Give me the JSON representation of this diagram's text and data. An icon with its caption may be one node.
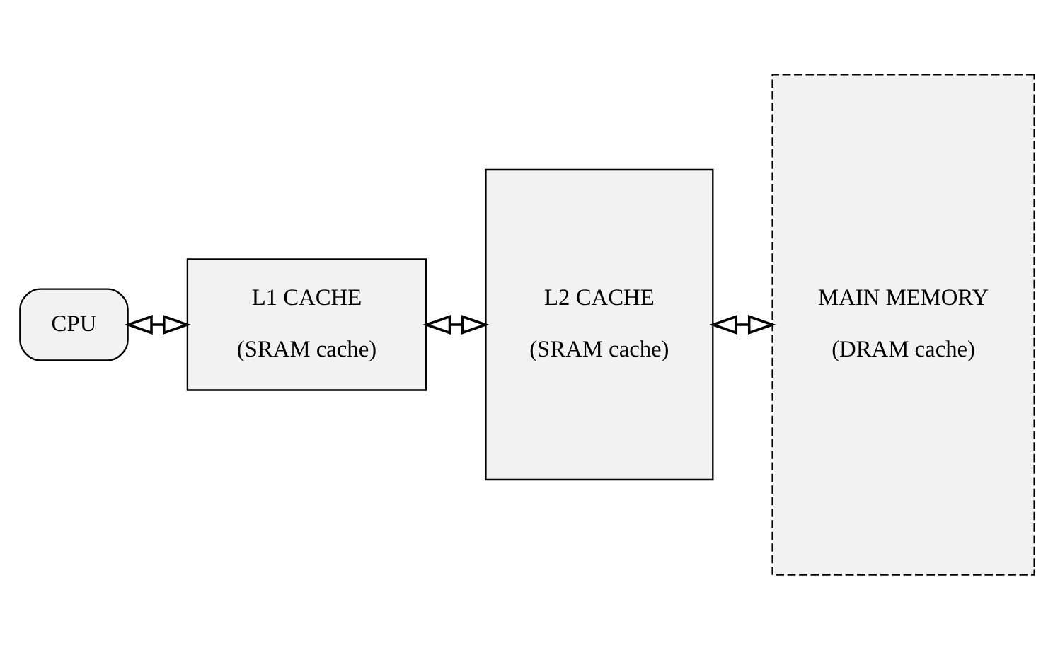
{
  "diagram": {
    "nodes": [
      {
        "text": [
          "CPU"
        ]
      },
      {
        "text": [
          "L1 CACHE",
          "(SRAM cache)"
        ]
      },
      {
        "text": [
          "L2 CACHE",
          "(SRAM cache)"
        ]
      },
      {
        "text": [
          "MAIN MEMORY",
          "(DRAM cache)"
        ]
      }
    ],
    "edges": [
      {
        "from": 0,
        "to": 1,
        "arrow": "both"
      },
      {
        "from": 1,
        "to": 2,
        "arrow": "both"
      },
      {
        "from": 2,
        "to": 3,
        "arrow": "both"
      }
    ]
  }
}
